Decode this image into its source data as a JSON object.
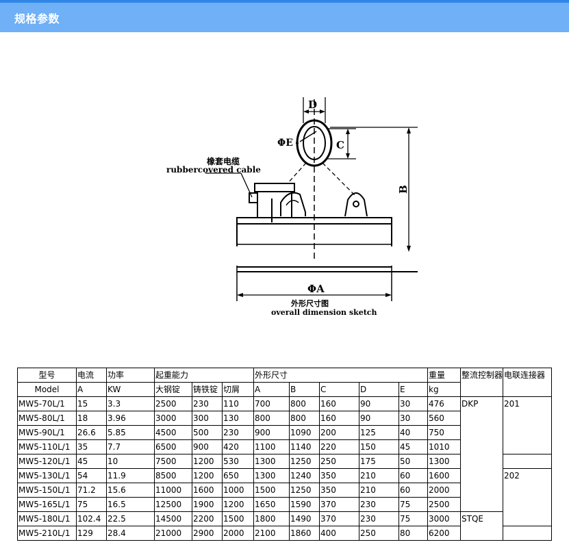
{
  "header": {
    "title": "规格参数"
  },
  "sketch": {
    "label_d": "D",
    "label_c": "C",
    "label_b": "B",
    "label_e": "ΦE",
    "label_a": "ΦA",
    "cable_cn": "橡套电缆",
    "cable_en": "rubbercovered cable",
    "caption_cn": "外形尺寸图",
    "caption_en": "overall dimension sketch"
  },
  "table": {
    "h_model_cn": "型号",
    "h_current": "电流",
    "h_power": "功率",
    "h_lifting": "起重能力",
    "h_dimensions": "外形尺寸",
    "h_weight": "重量",
    "h_rectifier": "整流控制器",
    "h_connector": "电联连接器",
    "h_model_en": "Model",
    "u_current": "A",
    "u_power": "KW",
    "u_steel_ingot": "大钢锭",
    "u_cast_iron": "铸铁锭",
    "u_scrap": "切屑",
    "u_a": "A",
    "u_b": "B",
    "u_c": "C",
    "u_d": "D",
    "u_e": "E",
    "u_weight": "kg",
    "rectifier_1": "DKP",
    "rectifier_2": "STQE",
    "connector_1": "201",
    "connector_2": "202",
    "rows": [
      [
        "MW5-70L/1",
        "15",
        "3.3",
        "2500",
        "230",
        "110",
        "700",
        "800",
        "160",
        "90",
        "30",
        "476"
      ],
      [
        "MW5-80L/1",
        "18",
        "3.96",
        "3000",
        "300",
        "130",
        "800",
        "800",
        "160",
        "90",
        "30",
        "560"
      ],
      [
        "MW5-90L/1",
        "26.6",
        "5.85",
        "4500",
        "500",
        "230",
        "900",
        "1090",
        "200",
        "125",
        "40",
        "750"
      ],
      [
        "MW5-110L/1",
        "35",
        "7.7",
        "6500",
        "900",
        "420",
        "1100",
        "1140",
        "220",
        "150",
        "45",
        "1010"
      ],
      [
        "MW5-120L/1",
        "45",
        "10",
        "7500",
        "1200",
        "530",
        "1300",
        "1250",
        "250",
        "175",
        "50",
        "1300"
      ],
      [
        "MW5-130L/1",
        "54",
        "11.9",
        "8500",
        "1200",
        "650",
        "1300",
        "1240",
        "350",
        "210",
        "60",
        "1600"
      ],
      [
        "MW5-150L/1",
        "71.2",
        "15.6",
        "11000",
        "1600",
        "1000",
        "1500",
        "1250",
        "350",
        "210",
        "60",
        "2000"
      ],
      [
        "MW5-165L/1",
        "75",
        "16.5",
        "12500",
        "1900",
        "1200",
        "1650",
        "1590",
        "370",
        "230",
        "75",
        "2500"
      ],
      [
        "MW5-180L/1",
        "102.4",
        "22.5",
        "14500",
        "2200",
        "1500",
        "1800",
        "1490",
        "370",
        "230",
        "75",
        "3000"
      ],
      [
        "MW5-210L/1",
        "129",
        "28.4",
        "21000",
        "2900",
        "2000",
        "2100",
        "1860",
        "400",
        "250",
        "80",
        "6200"
      ]
    ]
  }
}
